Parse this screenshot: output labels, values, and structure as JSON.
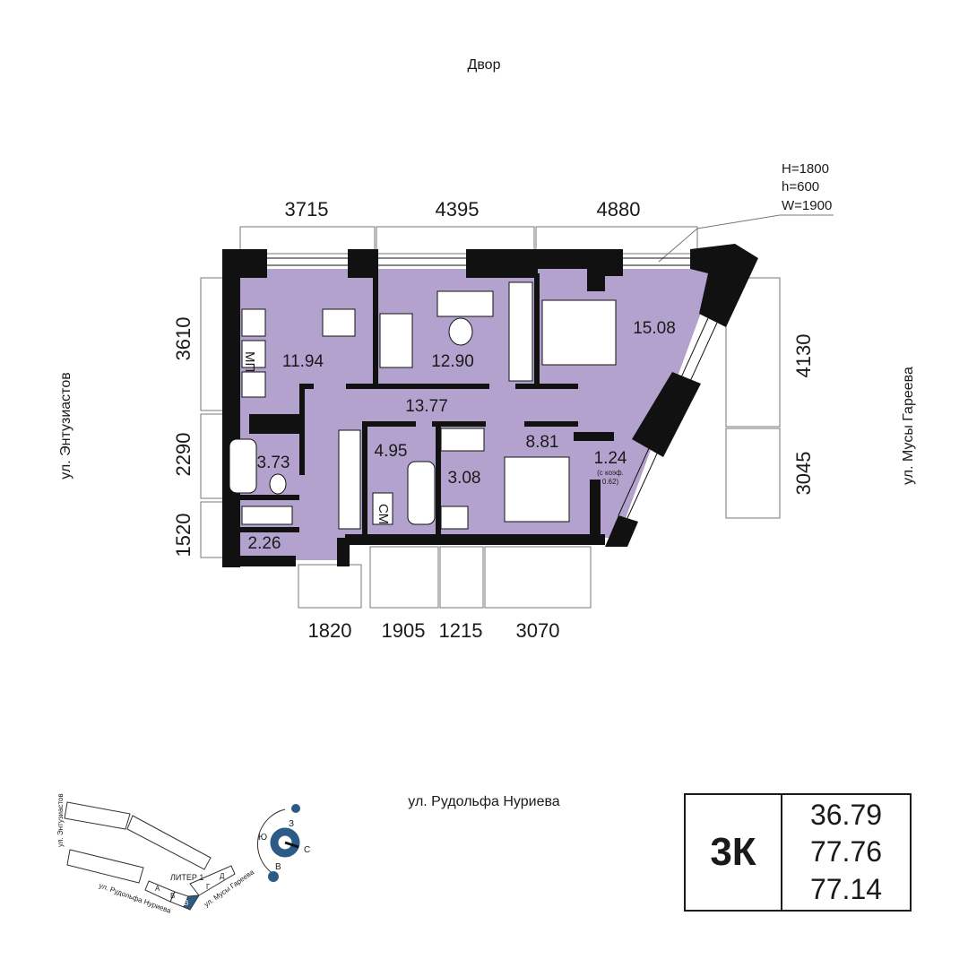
{
  "labels": {
    "courtyard": "Двор",
    "street_left": "ул. Энтузиастов",
    "street_right": "ул. Мусы Гареева",
    "street_bottom": "ул. Рудольфа Нуриева"
  },
  "window_spec": [
    "H=1800",
    "h=600",
    "W=1900"
  ],
  "dimensions": {
    "top": [
      "3715",
      "4395",
      "4880"
    ],
    "left": [
      "3610",
      "2290",
      "1520"
    ],
    "right": [
      "4130",
      "3045"
    ],
    "bottom": [
      "1820",
      "1905",
      "1215",
      "3070"
    ]
  },
  "rooms": {
    "kitchen": "11.94",
    "bedroom1": "12.90",
    "bedroom2": "15.08",
    "hall": "13.77",
    "bedroom3": "8.81",
    "balcony": "1.24",
    "balcony_note1": "(с коэф.",
    "balcony_note2": "0.62)",
    "bathroom": "4.95",
    "toilet": "3.73",
    "storage": "3.08",
    "entry": "2.26",
    "stove_label": "МП",
    "washer_label": "СМ"
  },
  "minimap": {
    "street1": "ул. Энтузиастов",
    "street2": "ул. Рудольфа Нуриева",
    "street3": "ул. Мусы Гареева",
    "liter": "ЛИТЕР 1",
    "sections": [
      "А",
      "Б",
      "В",
      "Г",
      "Д"
    ],
    "highlight_color": "#2b5b86"
  },
  "compass": {
    "n": "З",
    "e": "С",
    "s": "В",
    "w": "Ю"
  },
  "summary": {
    "type": "3К",
    "living_area": "36.79",
    "total_area": "77.76",
    "area_no_coef": "77.14"
  },
  "colors": {
    "room_fill": "#b3a2cd",
    "wall": "#111111",
    "accent": "#2b5b86"
  }
}
